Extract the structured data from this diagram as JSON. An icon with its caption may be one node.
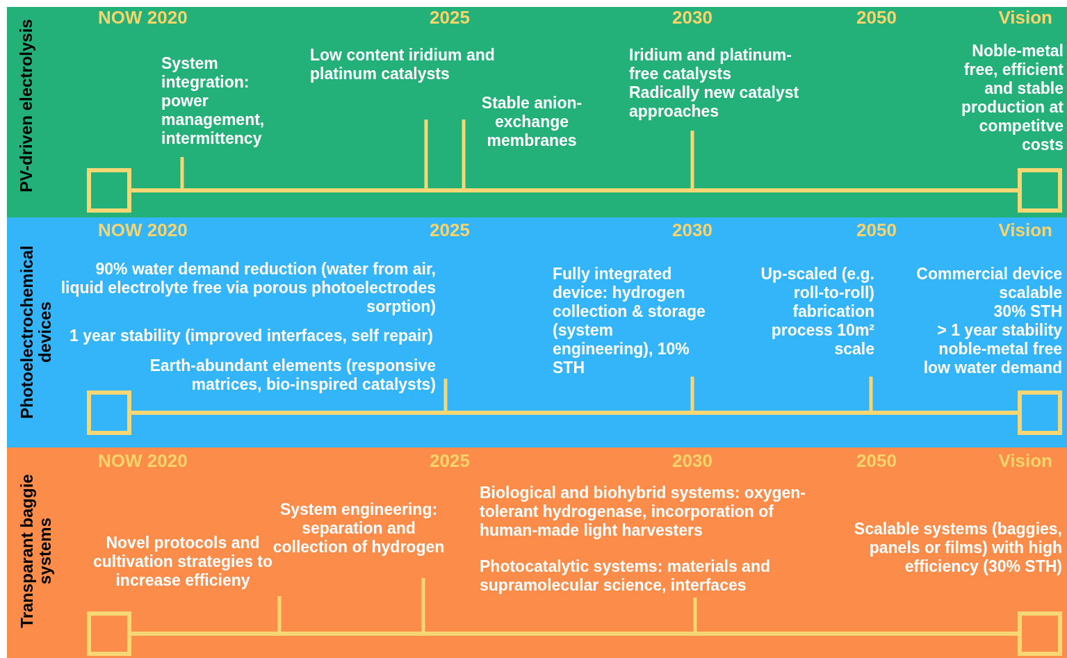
{
  "diagram": {
    "nodes": [
      {
        "text": [
          "PV-driven electrolysis"
        ]
      },
      {
        "text": [],
        "shape": "box",
        "in": 0
      },
      {
        "text": [],
        "shape": "box",
        "in": 0
      },
      {
        "text": [
          "Photoelectrochemical devices"
        ]
      },
      {
        "text": [],
        "shape": "box",
        "in": 3
      },
      {
        "text": [],
        "shape": "box",
        "in": 3
      },
      {
        "text": [
          "Transparant baggie systems"
        ]
      },
      {
        "text": [],
        "shape": "box",
        "in": 6
      },
      {
        "text": [],
        "shape": "box",
        "in": 6
      }
    ],
    "edges": [
      {
        "from": 1,
        "to": 2,
        "arrow": "none"
      },
      {
        "from": 4,
        "to": 5,
        "arrow": "none"
      },
      {
        "from": 7,
        "to": 8,
        "arrow": "none"
      }
    ],
    "labels": [
      "NOW 2020",
      "2025",
      "2030",
      "2050",
      "Vision",
      "System integration: power management, intermittency",
      "Low content iridium and platinum catalysts",
      "Stable anion-exchange membranes",
      "Iridium and platinum-free catalysts",
      "Radically new catalyst approaches",
      "Noble-metal free, efficient and stable production at competitve costs",
      "NOW 2020",
      "2025",
      "2030",
      "2050",
      "Vision",
      "90% water demand reduction (water from air, liquid electrolyte free via porous photoelectrodes sorption)",
      "1 year stability (improved interfaces, self repair)",
      "Earth-abundant elements (responsive matrices, bio-inspired catalysts)",
      "Fully integrated device: hydrogen collection & storage (system engineering), 10% STH",
      "Up-scaled (e.g. roll-to-roll) fabrication process 10m² scale",
      "Commercial device scalable",
      "30% STH",
      "> 1 year stability",
      "noble-metal free",
      "low water demand",
      "NOW 2020",
      "2025",
      "2030",
      "2050",
      "Vision",
      "Novel protocols and cultivation strategies to increase efficieny",
      "System engineering: separation and collection of hydrogen",
      "Biological and biohybrid systems: oxygen-tolerant hydrogenase, incorporation of human-made light harvesters",
      "Photocatalytic systems: materials and supramolecular science, interfaces",
      "Scalable systems (baggies, panels or films) with high efficiency (30% STH)"
    ]
  }
}
